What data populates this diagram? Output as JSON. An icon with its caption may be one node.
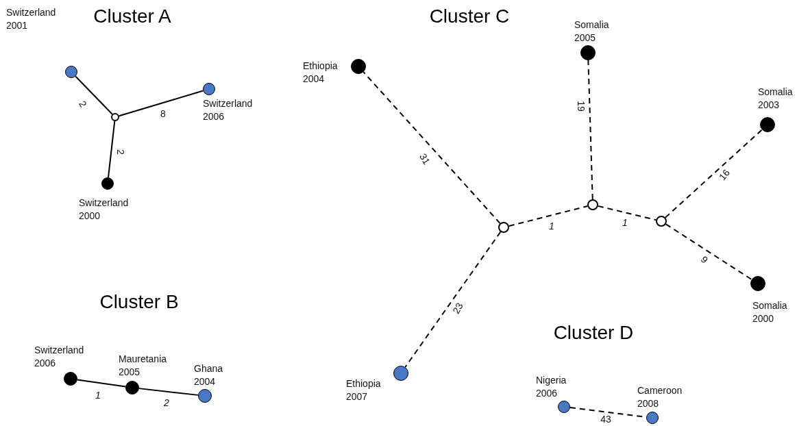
{
  "diagram": {
    "nodes": [
      {
        "text": [],
        "shape": "circle",
        "beside": [
          "Switzerland 2001"
        ]
      },
      {
        "text": [],
        "shape": "circle",
        "beside": [
          "Switzerland 2006"
        ]
      },
      {
        "text": [],
        "shape": "circle"
      },
      {
        "text": [],
        "shape": "circle",
        "beside": [
          "Switzerland 2000"
        ]
      },
      {
        "text": [],
        "shape": "circle",
        "beside": [
          "Ethiopia 2004"
        ]
      },
      {
        "text": [],
        "shape": "circle",
        "beside": [
          "Somalia 2005"
        ]
      },
      {
        "text": [],
        "shape": "circle",
        "beside": [
          "Somalia 2003"
        ]
      },
      {
        "text": [],
        "shape": "circle"
      },
      {
        "text": [],
        "shape": "circle"
      },
      {
        "text": [],
        "shape": "circle"
      },
      {
        "text": [],
        "shape": "circle",
        "beside": [
          "Somalia 2000"
        ]
      },
      {
        "text": [],
        "shape": "circle",
        "beside": [
          "Ethiopia 2007"
        ]
      },
      {
        "text": [],
        "shape": "circle",
        "beside": [
          "Switzerland 2006"
        ]
      },
      {
        "text": [],
        "shape": "circle",
        "beside": [
          "Mauretania 2005"
        ]
      },
      {
        "text": [],
        "shape": "circle",
        "beside": [
          "Ghana 2004"
        ]
      },
      {
        "text": [],
        "shape": "circle",
        "beside": [
          "Nigeria 2006"
        ]
      },
      {
        "text": [],
        "shape": "circle",
        "beside": [
          "Cameroon 2008"
        ]
      }
    ],
    "edges": [
      {
        "from": 2,
        "to": 0,
        "arrow": "none",
        "label": "2"
      },
      {
        "from": 2,
        "to": 1,
        "arrow": "none",
        "label": "8"
      },
      {
        "from": 2,
        "to": 3,
        "arrow": "none",
        "label": "2"
      },
      {
        "from": 7,
        "to": 4,
        "arrow": "none",
        "label": "31",
        "style": "dashed"
      },
      {
        "from": 8,
        "to": 5,
        "arrow": "none",
        "label": "19",
        "style": "dashed"
      },
      {
        "from": 9,
        "to": 6,
        "arrow": "none",
        "label": "16",
        "style": "dashed"
      },
      {
        "from": 7,
        "to": 8,
        "arrow": "none",
        "label": "1",
        "style": "dashed"
      },
      {
        "from": 8,
        "to": 9,
        "arrow": "none",
        "label": "1",
        "style": "dashed"
      },
      {
        "from": 9,
        "to": 10,
        "arrow": "none",
        "label": "9",
        "style": "dashed"
      },
      {
        "from": 7,
        "to": 11,
        "arrow": "none",
        "label": "23",
        "style": "dashed"
      },
      {
        "from": 12,
        "to": 13,
        "arrow": "none",
        "label": "1"
      },
      {
        "from": 13,
        "to": 14,
        "arrow": "none",
        "label": "2"
      },
      {
        "from": 15,
        "to": 16,
        "arrow": "none",
        "label": "43",
        "style": "dashed"
      }
    ],
    "labels": [
      "Cluster A",
      "Cluster C",
      "Cluster B",
      "Cluster D"
    ]
  }
}
